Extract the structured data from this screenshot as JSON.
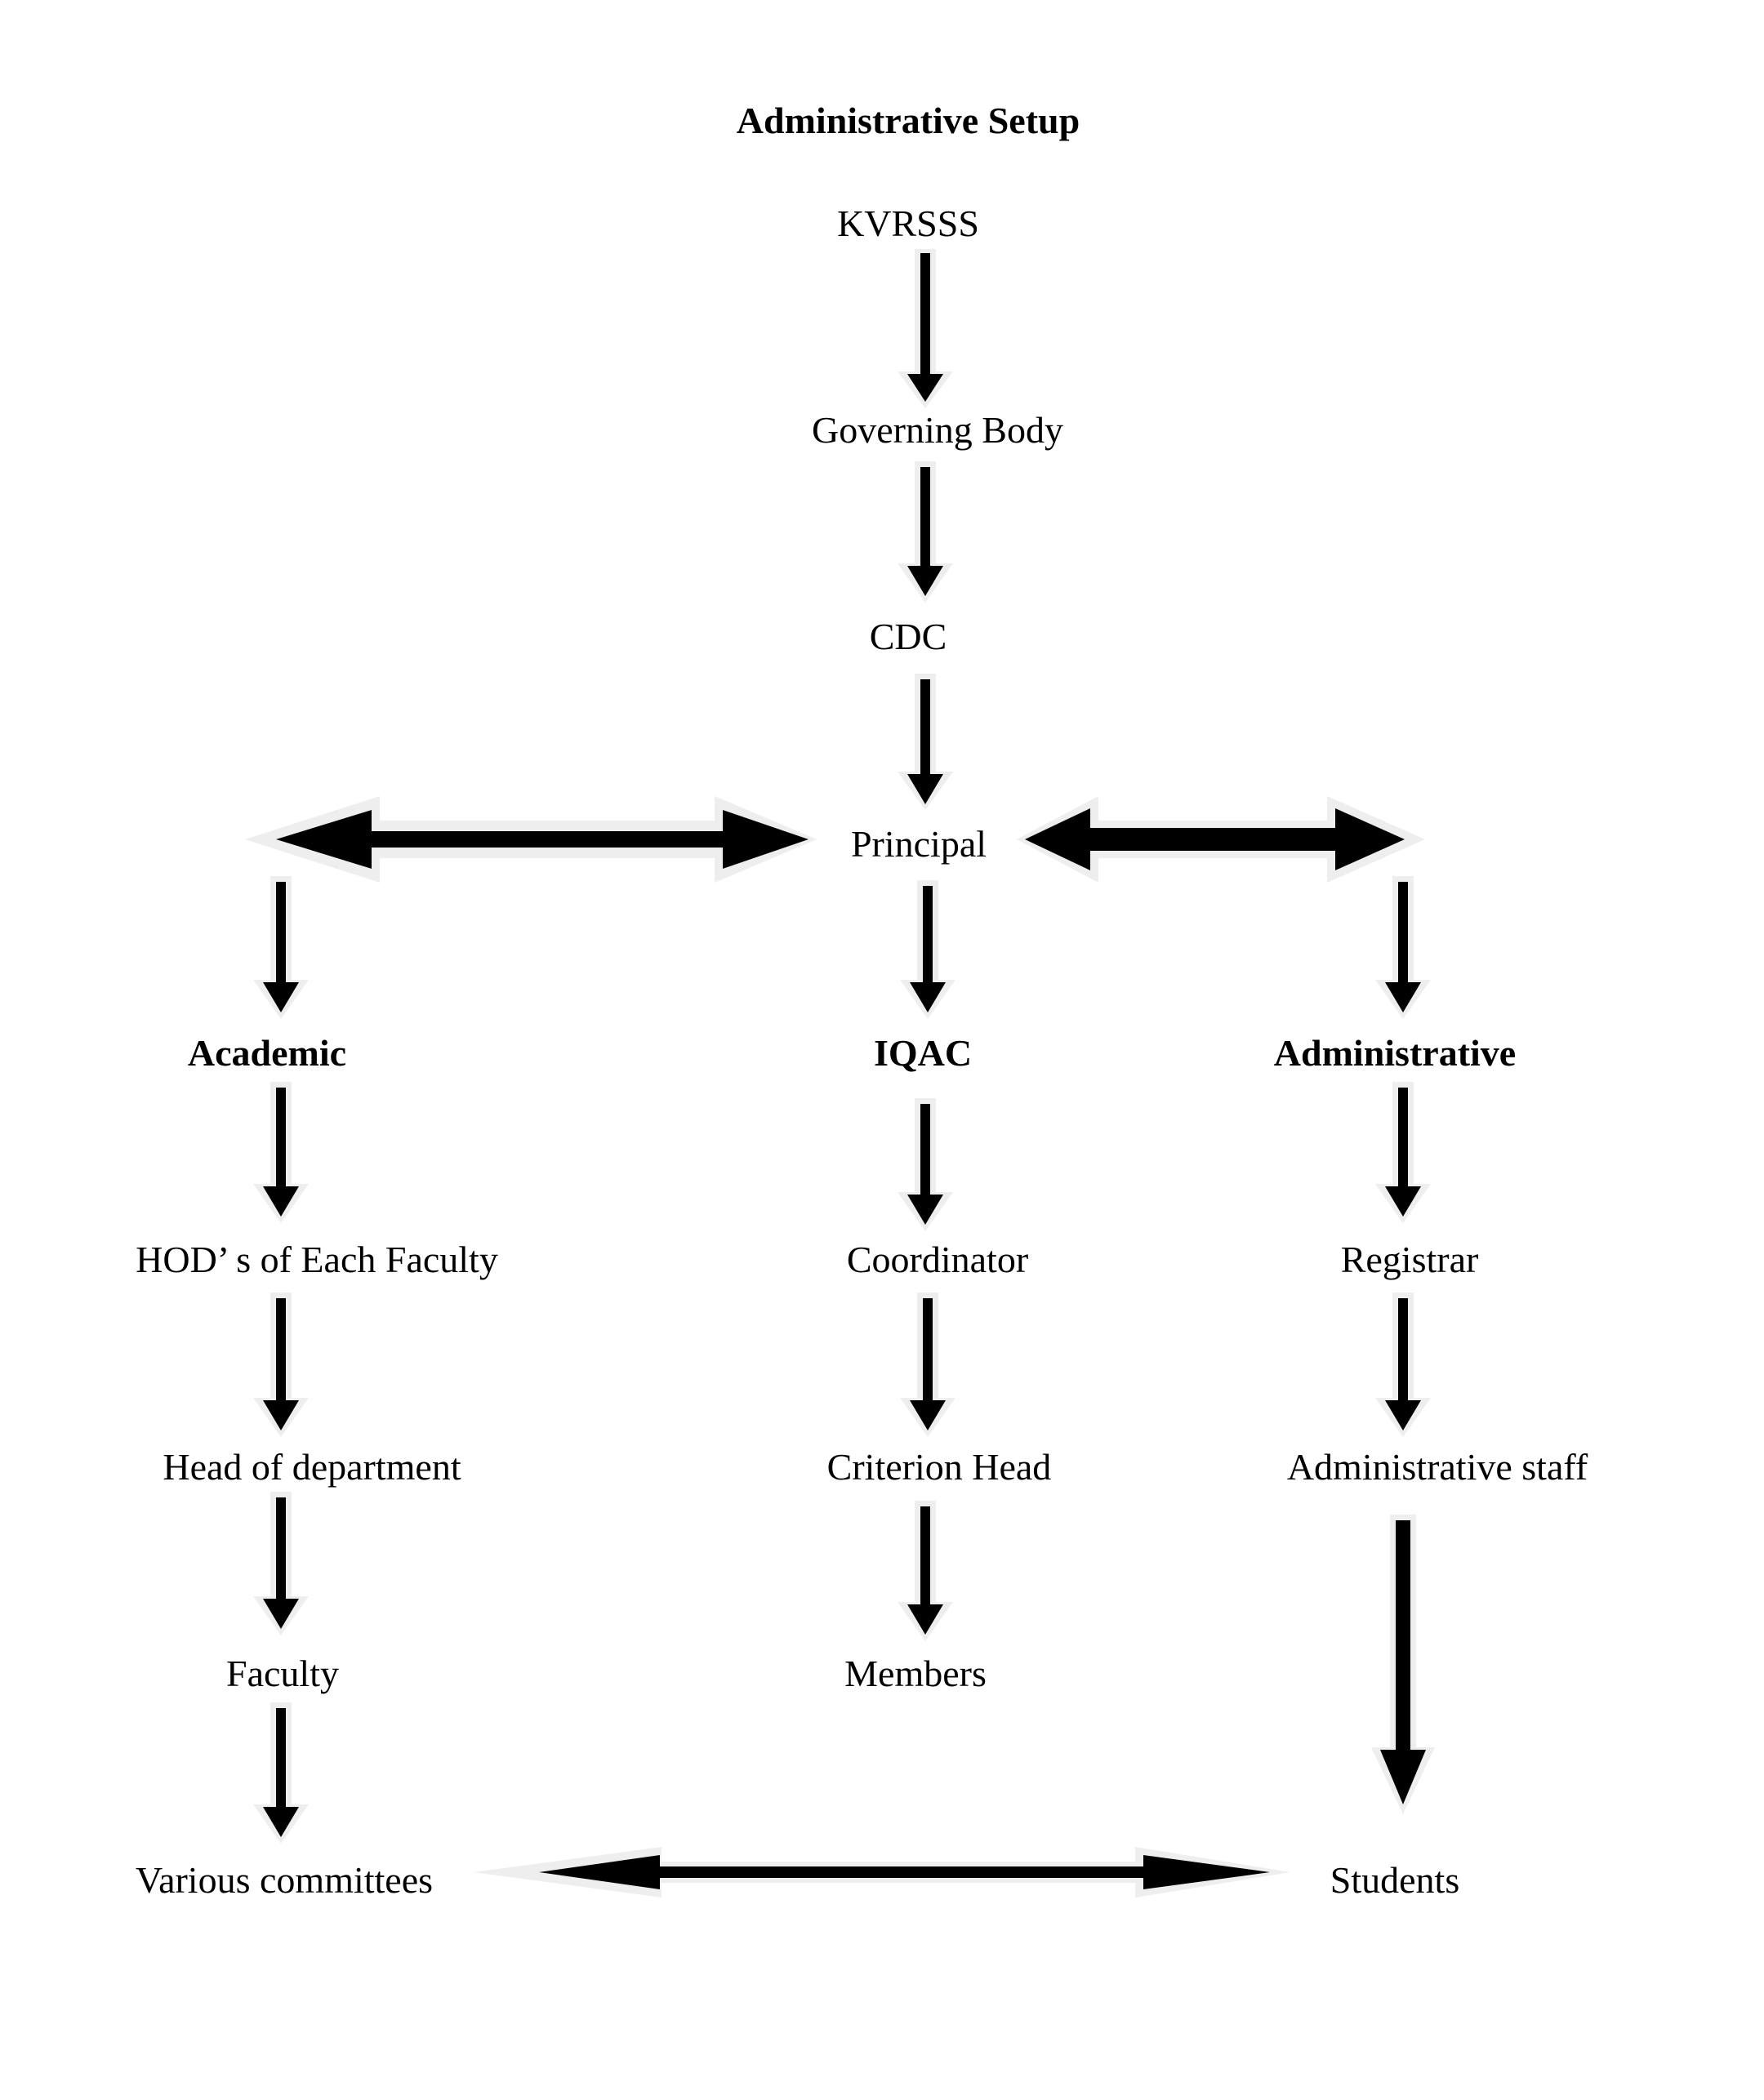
{
  "title": "Administrative Setup",
  "nodes": {
    "kvrsss": "KVRSSS",
    "governing_body": "Governing Body",
    "cdc": "CDC",
    "principal": "Principal",
    "academic": "Academic",
    "iqac": "IQAC",
    "administrative": "Administrative",
    "hods": "HOD’ s of Each Faculty",
    "coordinator": "Coordinator",
    "registrar": "Registrar",
    "head_of_department": "Head of department",
    "criterion_head": "Criterion Head",
    "administrative_staff": "Administrative staff",
    "faculty": "Faculty",
    "members": "Members",
    "various_committees": "Various committees",
    "students": "Students"
  },
  "colors": {
    "arrow": "#000000",
    "arrow_halo": "#eeeeee",
    "text": "#000000",
    "background": "#ffffff"
  }
}
